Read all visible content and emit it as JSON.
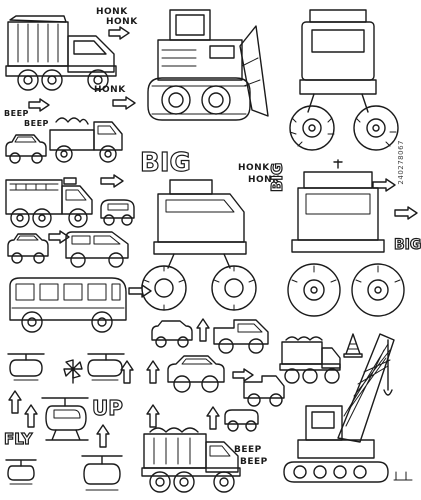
{
  "labels": {
    "honk_top": "HONK",
    "honk_top2": "HONK",
    "beep_left_1": "BEEP",
    "beep_left_2": "BEEP",
    "big_center": "BIG",
    "honk_mid": "HONK",
    "honk_mid2": "HONK",
    "big_right_vertical": "BIG",
    "big_right": "BIG",
    "up": "UP",
    "fly": "FLY",
    "beep_bottom": "BEEP",
    "beep_bottom2": "BEEP"
  },
  "watermark": {
    "text": "240278067"
  },
  "colors": {
    "ink": "#1b1b1b",
    "background": "#ffffff"
  }
}
